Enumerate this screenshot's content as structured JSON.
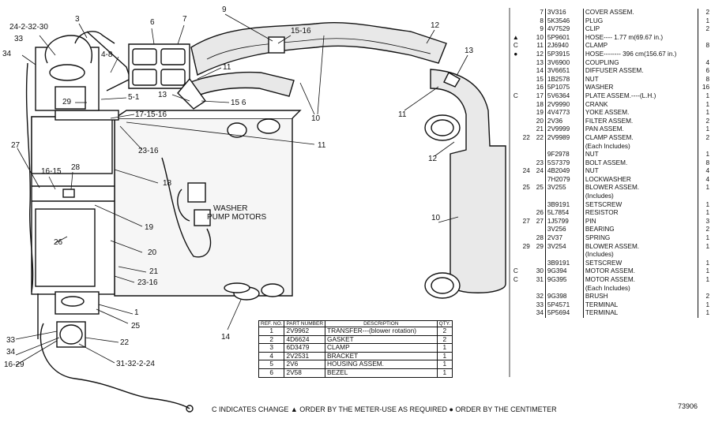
{
  "callouts": [
    {
      "id": "c3",
      "text": "3"
    },
    {
      "id": "c24",
      "text": "24-2-32-30"
    },
    {
      "id": "c33a",
      "text": "33"
    },
    {
      "id": "c34a",
      "text": "34"
    },
    {
      "id": "c6",
      "text": "6"
    },
    {
      "id": "c7",
      "text": "7"
    },
    {
      "id": "c9",
      "text": "9"
    },
    {
      "id": "c1516a",
      "text": "15-16"
    },
    {
      "id": "c48",
      "text": "4-8"
    },
    {
      "id": "c11a",
      "text": "11"
    },
    {
      "id": "c29",
      "text": "29"
    },
    {
      "id": "c51",
      "text": "5-1"
    },
    {
      "id": "c13a",
      "text": "13"
    },
    {
      "id": "c156",
      "text": "15 6"
    },
    {
      "id": "c171516",
      "text": "17-15-16"
    },
    {
      "id": "c10a",
      "text": "10"
    },
    {
      "id": "c11b",
      "text": "11"
    },
    {
      "id": "c12a",
      "text": "12"
    },
    {
      "id": "c13b",
      "text": "13"
    },
    {
      "id": "c11c",
      "text": "11"
    },
    {
      "id": "c12b",
      "text": "12"
    },
    {
      "id": "c10b",
      "text": "10"
    },
    {
      "id": "c27",
      "text": "27"
    },
    {
      "id": "c2316a",
      "text": "23-16"
    },
    {
      "id": "c1615",
      "text": "16-15"
    },
    {
      "id": "c28",
      "text": "28"
    },
    {
      "id": "c18",
      "text": "18"
    },
    {
      "id": "c19",
      "text": "19"
    },
    {
      "id": "c26",
      "text": "26"
    },
    {
      "id": "c20",
      "text": "20"
    },
    {
      "id": "c21",
      "text": "21"
    },
    {
      "id": "c2316b",
      "text": "23-16"
    },
    {
      "id": "c1",
      "text": "1"
    },
    {
      "id": "c25",
      "text": "25"
    },
    {
      "id": "c14",
      "text": "14"
    },
    {
      "id": "c33b",
      "text": "33"
    },
    {
      "id": "c34b",
      "text": "34"
    },
    {
      "id": "c1629",
      "text": "16-29"
    },
    {
      "id": "c22",
      "text": "22"
    },
    {
      "id": "c313224",
      "text": "31-32-2-24"
    }
  ],
  "annotation": {
    "line1": "WASHER",
    "line2": "PUMP MOTORS"
  },
  "parts_list": [
    {
      "mark": "",
      "num": "7",
      "part": "3V316",
      "desc": "COVER ASSEM.",
      "qty": "2"
    },
    {
      "mark": "",
      "num": "8",
      "part": "5K3546",
      "desc": "PLUG",
      "qty": "1"
    },
    {
      "mark": "",
      "num": "9",
      "part": "4V7529",
      "desc": "CLIP",
      "qty": "2"
    },
    {
      "mark": "▲",
      "num": "10",
      "part": "5P9601",
      "desc": "HOSE---- 1.77 m(69.67 in.)",
      "qty": ""
    },
    {
      "mark": "C",
      "num": "11",
      "part": "2J6940",
      "desc": "CLAMP",
      "qty": "8"
    },
    {
      "mark": "●",
      "num": "12",
      "part": "5P3915",
      "desc": "HOSE-------- 396 cm(156.67 in.)",
      "qty": ""
    },
    {
      "mark": "",
      "num": "13",
      "part": "3V6900",
      "desc": "COUPLING",
      "qty": "4"
    },
    {
      "mark": "",
      "num": "14",
      "part": "3V6651",
      "desc": "DIFFUSER ASSEM.",
      "qty": "6"
    },
    {
      "mark": "",
      "num": "15",
      "part": "1B2578",
      "desc": "NUT",
      "qty": "8"
    },
    {
      "mark": "",
      "num": "16",
      "part": "5P1075",
      "desc": "WASHER",
      "qty": "16"
    },
    {
      "mark": "C",
      "num": "17",
      "part": "5V6364",
      "desc": "PLATE ASSEM.----(L.H.)",
      "qty": "1"
    },
    {
      "mark": "",
      "num": "18",
      "part": "2V9990",
      "desc": "CRANK",
      "qty": "1"
    },
    {
      "mark": "",
      "num": "19",
      "part": "4V4773",
      "desc": "YOKE ASSEM.",
      "qty": "1"
    },
    {
      "mark": "",
      "num": "20",
      "part": "2V36",
      "desc": "FILTER ASSEM.",
      "qty": "2"
    },
    {
      "mark": "",
      "num": "21",
      "part": "2V9999",
      "desc": "PAN ASSEM.",
      "qty": "1"
    },
    {
      "mark": "",
      "num": "22",
      "part": "2V9989",
      "desc": "CLAMP ASSEM.",
      "qty": "2",
      "grp": "22"
    },
    {
      "mark": "",
      "num": "",
      "part": "",
      "desc": "    (Each Includes)",
      "qty": ""
    },
    {
      "mark": "",
      "num": "",
      "part": "9F2978",
      "desc": "    NUT",
      "qty": "1"
    },
    {
      "mark": "",
      "num": "23",
      "part": "5S7379",
      "desc": "BOLT ASSEM.",
      "qty": "8"
    },
    {
      "mark": "",
      "num": "24",
      "part": "4B2049",
      "desc": "NUT",
      "qty": "4",
      "grp": "24"
    },
    {
      "mark": "",
      "num": "",
      "part": "7H2079",
      "desc": "LOCKWASHER",
      "qty": "4"
    },
    {
      "mark": "",
      "num": "25",
      "part": "3V255",
      "desc": "BLOWER ASSEM.",
      "qty": "1",
      "grp": "25"
    },
    {
      "mark": "",
      "num": "",
      "part": "",
      "desc": "     (Includes)",
      "qty": ""
    },
    {
      "mark": "",
      "num": "",
      "part": "3B9191",
      "desc": "     SETSCREW",
      "qty": "1"
    },
    {
      "mark": "",
      "num": "26",
      "part": "5L7854",
      "desc": "RESISTOR",
      "qty": "1"
    },
    {
      "mark": "",
      "num": "27",
      "part": "1J5799",
      "desc": "PIN",
      "qty": "3",
      "grp": "27"
    },
    {
      "mark": "",
      "num": "",
      "part": "3V256",
      "desc": "BEARING",
      "qty": "2"
    },
    {
      "mark": "",
      "num": "28",
      "part": "2V37",
      "desc": "SPRING",
      "qty": "1"
    },
    {
      "mark": "",
      "num": "29",
      "part": "3V254",
      "desc": "BLOWER ASSEM.",
      "qty": "1",
      "grp": "29"
    },
    {
      "mark": "",
      "num": "",
      "part": "",
      "desc": "     (Includes)",
      "qty": ""
    },
    {
      "mark": "",
      "num": "",
      "part": "3B9191",
      "desc": "     SETSCREW",
      "qty": "1"
    },
    {
      "mark": "C",
      "num": "30",
      "part": "9G394",
      "desc": "MOTOR ASSEM.",
      "qty": "1"
    },
    {
      "mark": "C",
      "num": "31",
      "part": "9G395",
      "desc": "MOTOR ASSEM.",
      "qty": "1"
    },
    {
      "mark": "",
      "num": "",
      "part": "",
      "desc": "    (Each Includes)",
      "qty": ""
    },
    {
      "mark": "",
      "num": "32",
      "part": "9G398",
      "desc": "     BRUSH",
      "qty": "2"
    },
    {
      "mark": "",
      "num": "33",
      "part": "5P4571",
      "desc": "     TERMINAL",
      "qty": "1"
    },
    {
      "mark": "",
      "num": "34",
      "part": "5P5694",
      "desc": "     TERMINAL",
      "qty": "1"
    }
  ],
  "bottom_table": {
    "headers": {
      "num": "REF. NO.",
      "part": "PART NUMBER",
      "desc": "DESCRIPTION",
      "qty": "QTY."
    },
    "rows": [
      {
        "num": "1",
        "part": "2V9962",
        "desc": "TRANSFER---(blower rotation)",
        "qty": "2"
      },
      {
        "num": "2",
        "part": "4D6624",
        "desc": "GASKET",
        "qty": "2"
      },
      {
        "num": "3",
        "part": "6D3479",
        "desc": "CLAMP",
        "qty": "1"
      },
      {
        "num": "4",
        "part": "2V2531",
        "desc": "BRACKET",
        "qty": "1"
      },
      {
        "num": "5",
        "part": "2V6",
        "desc": "HOUSING ASSEM.",
        "qty": "1"
      },
      {
        "num": "6",
        "part": "2V58",
        "desc": "BEZEL",
        "qty": "1"
      }
    ]
  },
  "legend": "C INDICATES CHANGE    ▲ ORDER BY THE METER-USE AS REQUIRED   ● ORDER BY THE CENTIMETER",
  "figure_number": "73906"
}
